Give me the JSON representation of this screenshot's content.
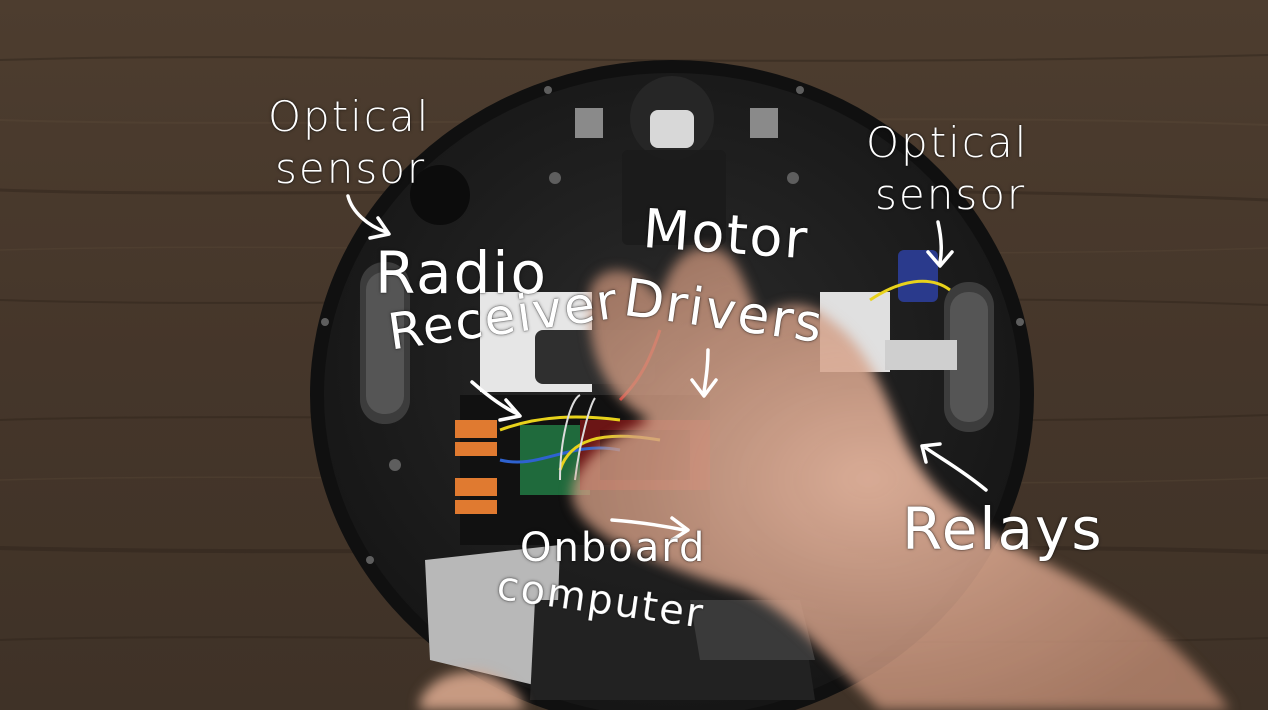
{
  "labels": {
    "optical_sensor_left": {
      "line1": "Optical",
      "line2": "sensor"
    },
    "optical_sensor_right": {
      "line1": "Optical",
      "line2": "sensor"
    },
    "radio": "Radio",
    "receiver": "Receiver",
    "motor": "Motor",
    "drivers": "Drivers",
    "relays": "Relays",
    "onboard": "Onboard",
    "computer": "computer"
  },
  "colors": {
    "wood": "#4a3a2c",
    "robot_body": "#1e1e1e",
    "annotation": "#ffffff",
    "hand": "#d9a88f"
  }
}
